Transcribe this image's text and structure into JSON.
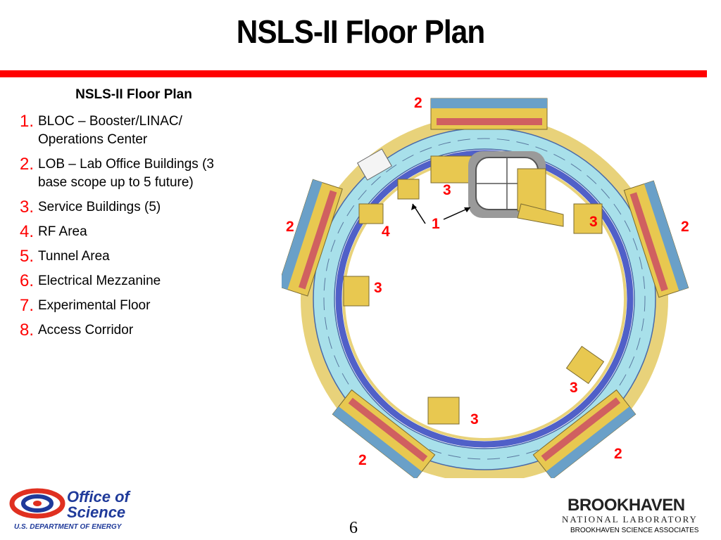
{
  "slide": {
    "title": "NSLS-II Floor Plan",
    "subtitle": "NSLS-II Floor Plan",
    "page_number": "6",
    "accent_color": "#ff0000"
  },
  "legend_items": [
    {
      "num": "1.",
      "text": "BLOC – Booster/LINAC/ Operations Center"
    },
    {
      "num": "2.",
      "text": "LOB – Lab Office Buildings (3 base scope up to 5 future)"
    },
    {
      "num": "3.",
      "text": "Service Buildings (5)"
    },
    {
      "num": "4.",
      "text": "RF Area"
    },
    {
      "num": "5.",
      "text": "Tunnel Area"
    },
    {
      "num": "6.",
      "text": "Electrical Mezzanine"
    },
    {
      "num": "7.",
      "text": "Experimental Floor"
    },
    {
      "num": "8.",
      "text": "Access Corridor"
    }
  ],
  "callouts": [
    "2",
    "3",
    "3",
    "1",
    "2",
    "4",
    "2",
    "3",
    "3",
    "3",
    "2",
    "2"
  ],
  "logos": {
    "office_line1": "Office of",
    "office_line2": "Science",
    "doe": "U.S. DEPARTMENT OF ENERGY",
    "bnl_main": "BROOKHAVEN",
    "bnl_sub": "NATIONAL LABORATORY",
    "bnl_assoc": "BROOKHAVEN SCIENCE ASSOCIATES"
  }
}
